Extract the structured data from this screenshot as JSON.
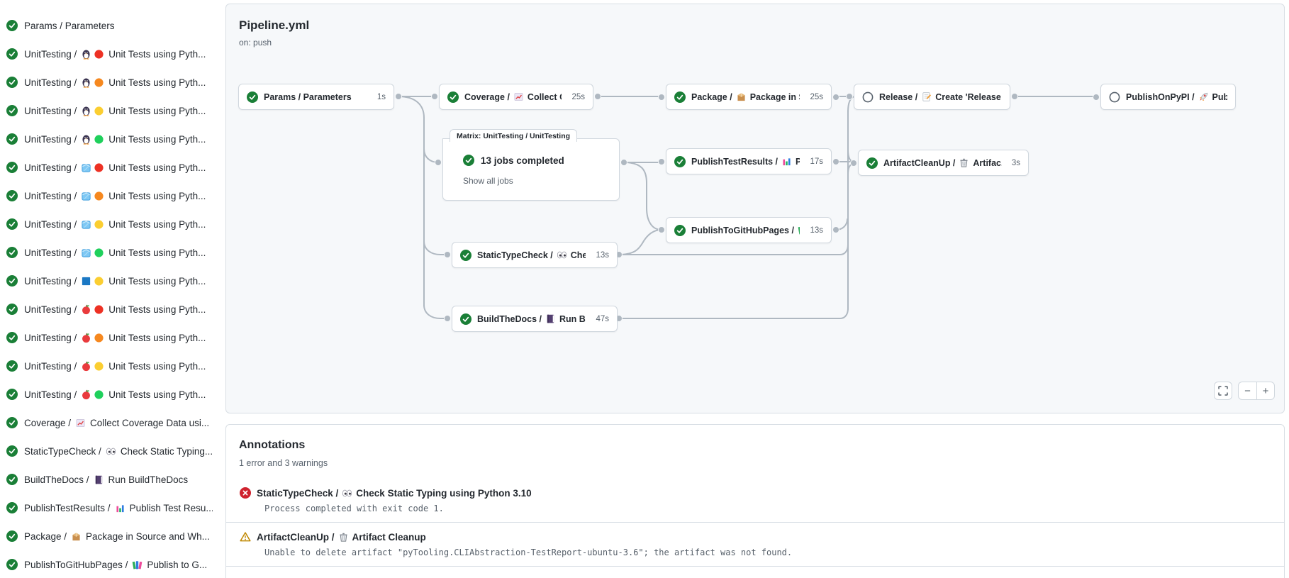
{
  "colors": {
    "success_green": "#1a7f37",
    "error_red": "#cf222e",
    "warning_amber": "#bf8700",
    "edge_gray": "#afb8c1",
    "panel_bg": "#f6f8fa",
    "node_border": "#d0d7de"
  },
  "sidebar": {
    "items": [
      {
        "status": "success",
        "prefix": "Params / Parameters",
        "icons": [],
        "suffix": ""
      },
      {
        "status": "success",
        "prefix": "UnitTesting /",
        "icons": [
          "penguin",
          "circle-red"
        ],
        "suffix": "Unit Tests using Pyth..."
      },
      {
        "status": "success",
        "prefix": "UnitTesting /",
        "icons": [
          "penguin",
          "circle-orange"
        ],
        "suffix": "Unit Tests using Pyth..."
      },
      {
        "status": "success",
        "prefix": "UnitTesting /",
        "icons": [
          "penguin",
          "circle-yellow"
        ],
        "suffix": "Unit Tests using Pyth..."
      },
      {
        "status": "success",
        "prefix": "UnitTesting /",
        "icons": [
          "penguin",
          "circle-green"
        ],
        "suffix": "Unit Tests using Pyth..."
      },
      {
        "status": "success",
        "prefix": "UnitTesting /",
        "icons": [
          "ice-cube",
          "circle-red"
        ],
        "suffix": "Unit Tests using Pyth..."
      },
      {
        "status": "success",
        "prefix": "UnitTesting /",
        "icons": [
          "ice-cube",
          "circle-orange"
        ],
        "suffix": "Unit Tests using Pyth..."
      },
      {
        "status": "success",
        "prefix": "UnitTesting /",
        "icons": [
          "ice-cube",
          "circle-yellow"
        ],
        "suffix": "Unit Tests using Pyth..."
      },
      {
        "status": "success",
        "prefix": "UnitTesting /",
        "icons": [
          "ice-cube",
          "circle-green"
        ],
        "suffix": "Unit Tests using Pyth..."
      },
      {
        "status": "success",
        "prefix": "UnitTesting /",
        "icons": [
          "blue-square",
          "circle-yellow"
        ],
        "suffix": "Unit Tests using Pyth..."
      },
      {
        "status": "success",
        "prefix": "UnitTesting /",
        "icons": [
          "apple",
          "circle-red"
        ],
        "suffix": "Unit Tests using Pyth..."
      },
      {
        "status": "success",
        "prefix": "UnitTesting /",
        "icons": [
          "apple",
          "circle-orange"
        ],
        "suffix": "Unit Tests using Pyth..."
      },
      {
        "status": "success",
        "prefix": "UnitTesting /",
        "icons": [
          "apple",
          "circle-yellow"
        ],
        "suffix": "Unit Tests using Pyth..."
      },
      {
        "status": "success",
        "prefix": "UnitTesting /",
        "icons": [
          "apple",
          "circle-green"
        ],
        "suffix": "Unit Tests using Pyth..."
      },
      {
        "status": "success",
        "prefix": "Coverage /",
        "icons": [
          "chart-increasing"
        ],
        "suffix": "Collect Coverage Data usi..."
      },
      {
        "status": "success",
        "prefix": "StaticTypeCheck /",
        "icons": [
          "eyes"
        ],
        "suffix": "Check Static Typing..."
      },
      {
        "status": "success",
        "prefix": "BuildTheDocs /",
        "icons": [
          "purple-book"
        ],
        "suffix": "Run BuildTheDocs"
      },
      {
        "status": "success",
        "prefix": "PublishTestResults /",
        "icons": [
          "bar-chart"
        ],
        "suffix": "Publish Test Resu..."
      },
      {
        "status": "success",
        "prefix": "Package /",
        "icons": [
          "package"
        ],
        "suffix": "Package in Source and Wh..."
      },
      {
        "status": "success",
        "prefix": "PublishToGitHubPages /",
        "icons": [
          "books"
        ],
        "suffix": "Publish to G..."
      }
    ]
  },
  "pipeline": {
    "title": "Pipeline.yml",
    "trigger": "on: push",
    "nodes": [
      {
        "id": "params",
        "status": "success",
        "prefix": "Params / Parameters",
        "icons": [],
        "suffix": "",
        "duration": "1s"
      },
      {
        "id": "coverage",
        "status": "success",
        "prefix": "Coverage /",
        "icons": [
          "chart-increasing"
        ],
        "suffix": "Collect Cove...",
        "duration": "25s"
      },
      {
        "id": "package",
        "status": "success",
        "prefix": "Package /",
        "icons": [
          "package"
        ],
        "suffix": "Package in So...",
        "duration": "25s"
      },
      {
        "id": "release",
        "status": "skipped",
        "prefix": "Release /",
        "icons": [
          "memo"
        ],
        "suffix": "Create 'Release P...",
        "duration": ""
      },
      {
        "id": "publishOnPyPI",
        "status": "skipped",
        "prefix": "PublishOnPyPI /",
        "icons": [
          "rocket"
        ],
        "suffix": "Publish to ...",
        "duration": ""
      },
      {
        "id": "publishTestResults",
        "status": "success",
        "prefix": "PublishTestResults /",
        "icons": [
          "bar-chart"
        ],
        "suffix": "Pu...",
        "duration": "17s"
      },
      {
        "id": "artifactCleanUp",
        "status": "success",
        "prefix": "ArtifactCleanUp /",
        "icons": [
          "wastebasket"
        ],
        "suffix": "Artifac...",
        "duration": "3s"
      },
      {
        "id": "publishToGitHubPages",
        "status": "success",
        "prefix": "PublishToGitHubPages /",
        "icons": [
          "books"
        ],
        "suffix": "...",
        "duration": "13s"
      },
      {
        "id": "staticTypeCheck",
        "status": "success",
        "prefix": "StaticTypeCheck /",
        "icons": [
          "eyes"
        ],
        "suffix": "Chec...",
        "duration": "13s"
      },
      {
        "id": "buildTheDocs",
        "status": "success",
        "prefix": "BuildTheDocs /",
        "icons": [
          "purple-book"
        ],
        "suffix": "Run Buil...",
        "duration": "47s"
      }
    ],
    "matrix": {
      "tab_label": "Matrix: UnitTesting / UnitTesting",
      "status": "success",
      "status_text": "13 jobs completed",
      "link_label": "Show all jobs"
    },
    "controls": {
      "zoom_out": "−",
      "zoom_in": "+"
    }
  },
  "annotations": {
    "title": "Annotations",
    "summary": "1 error and 3 warnings",
    "items": [
      {
        "severity": "error",
        "title_prefix": "StaticTypeCheck /",
        "title_icon": "eyes",
        "title_suffix": "Check Static Typing using Python 3.10",
        "message": "Process completed with exit code 1."
      },
      {
        "severity": "warning",
        "title_prefix": "ArtifactCleanUp /",
        "title_icon": "wastebasket",
        "title_suffix": "Artifact Cleanup",
        "message": "Unable to delete artifact \"pyTooling.CLIAbstraction-TestReport-ubuntu-3.6\"; the artifact was not found."
      }
    ]
  }
}
